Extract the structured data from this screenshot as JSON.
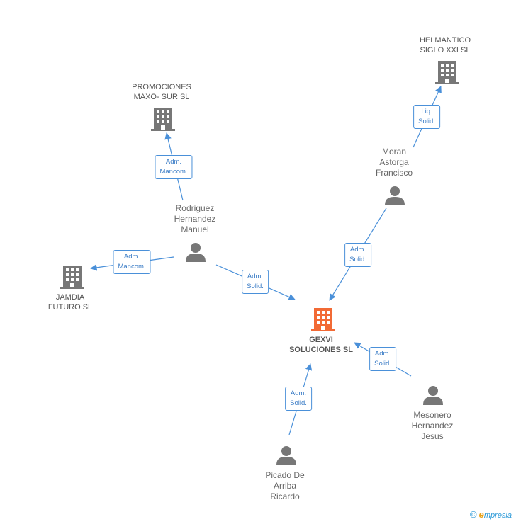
{
  "companies": {
    "main": {
      "line1": "GEXVI",
      "line2": "SOLUCIONES SL"
    },
    "helmantico": {
      "line1": "HELMANTICO",
      "line2": "SIGLO XXI  SL"
    },
    "promociones": {
      "line1": "PROMOCIONES",
      "line2": "MAXO- SUR SL"
    },
    "jamdia": {
      "line1": "JAMDIA",
      "line2": "FUTURO SL"
    }
  },
  "persons": {
    "moran": {
      "line1": "Moran",
      "line2": "Astorga",
      "line3": "Francisco"
    },
    "rodriguez": {
      "line1": "Rodriguez",
      "line2": "Hernandez",
      "line3": "Manuel"
    },
    "mesonero": {
      "line1": "Mesonero",
      "line2": "Hernandez",
      "line3": "Jesus"
    },
    "picado": {
      "line1": "Picado De",
      "line2": "Arriba",
      "line3": "Ricardo"
    }
  },
  "relations": {
    "liq_solid": {
      "line1": "Liq.",
      "line2": "Solid."
    },
    "adm_solid_moran": {
      "line1": "Adm.",
      "line2": "Solid."
    },
    "adm_mancom_promociones": {
      "line1": "Adm.",
      "line2": "Mancom."
    },
    "adm_mancom_jamdia": {
      "line1": "Adm.",
      "line2": "Mancom."
    },
    "adm_solid_rodriguez": {
      "line1": "Adm.",
      "line2": "Solid."
    },
    "adm_solid_mesonero": {
      "line1": "Adm.",
      "line2": "Solid."
    },
    "adm_solid_picado": {
      "line1": "Adm.",
      "line2": "Solid."
    }
  },
  "colors": {
    "edge": "#4a90d9",
    "company_icon": "#777777",
    "main_icon": "#f26a35",
    "person_icon": "#777777"
  },
  "footer": {
    "copyright": "©",
    "brand_initial": "e",
    "brand_rest": "mpresia"
  }
}
